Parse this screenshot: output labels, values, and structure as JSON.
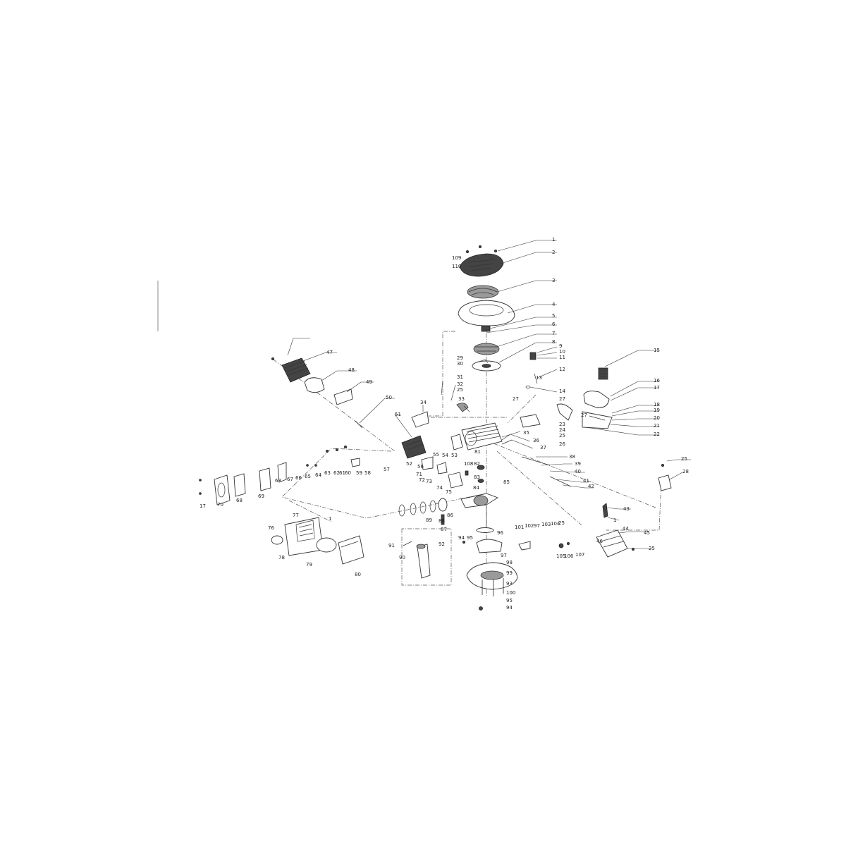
{
  "callouts": [
    {
      "id": "c1",
      "text": "1"
    },
    {
      "id": "c2",
      "text": "2"
    },
    {
      "id": "c3",
      "text": "3"
    },
    {
      "id": "c4",
      "text": "4"
    },
    {
      "id": "c5",
      "text": "5"
    },
    {
      "id": "c6",
      "text": "6"
    },
    {
      "id": "c7",
      "text": "7"
    },
    {
      "id": "c8",
      "text": "8"
    },
    {
      "id": "c9",
      "text": "9"
    },
    {
      "id": "c10",
      "text": "10"
    },
    {
      "id": "c11",
      "text": "11"
    },
    {
      "id": "c12",
      "text": "12"
    },
    {
      "id": "c13",
      "text": "13"
    },
    {
      "id": "c14",
      "text": "14"
    },
    {
      "id": "c15",
      "text": "15"
    },
    {
      "id": "c16",
      "text": "16"
    },
    {
      "id": "c17",
      "text": "17"
    },
    {
      "id": "c18",
      "text": "18"
    },
    {
      "id": "c19",
      "text": "19"
    },
    {
      "id": "c20",
      "text": "20"
    },
    {
      "id": "c21",
      "text": "21"
    },
    {
      "id": "c22",
      "text": "22"
    },
    {
      "id": "c23",
      "text": "23"
    },
    {
      "id": "c24",
      "text": "24"
    },
    {
      "id": "c25a",
      "text": "25"
    },
    {
      "id": "c26",
      "text": "26"
    },
    {
      "id": "c27a",
      "text": "27"
    },
    {
      "id": "c27b",
      "text": "27"
    },
    {
      "id": "c27c",
      "text": "27"
    },
    {
      "id": "c28",
      "text": "28"
    },
    {
      "id": "c29",
      "text": "29"
    },
    {
      "id": "c30",
      "text": "30"
    },
    {
      "id": "c31",
      "text": "31"
    },
    {
      "id": "c32",
      "text": "32"
    },
    {
      "id": "c25b",
      "text": "25"
    },
    {
      "id": "c33",
      "text": "33"
    },
    {
      "id": "c34",
      "text": "34"
    },
    {
      "id": "c35",
      "text": "35"
    },
    {
      "id": "c36",
      "text": "36"
    },
    {
      "id": "c37",
      "text": "37"
    },
    {
      "id": "c38",
      "text": "38"
    },
    {
      "id": "c39",
      "text": "39"
    },
    {
      "id": "c40",
      "text": "40"
    },
    {
      "id": "c41",
      "text": "41"
    },
    {
      "id": "c42",
      "text": "42"
    },
    {
      "id": "c43",
      "text": "43"
    },
    {
      "id": "c1b",
      "text": "1"
    },
    {
      "id": "c44",
      "text": "44"
    },
    {
      "id": "c45",
      "text": "45"
    },
    {
      "id": "c46",
      "text": "46"
    },
    {
      "id": "c25c",
      "text": "25"
    },
    {
      "id": "c25d",
      "text": "25"
    },
    {
      "id": "c47",
      "text": "47"
    },
    {
      "id": "c48",
      "text": "48"
    },
    {
      "id": "c49",
      "text": "49"
    },
    {
      "id": "c50",
      "text": "50"
    },
    {
      "id": "c51",
      "text": "51"
    },
    {
      "id": "c52",
      "text": "52"
    },
    {
      "id": "c53",
      "text": "53"
    },
    {
      "id": "c54",
      "text": "54"
    },
    {
      "id": "c55",
      "text": "55"
    },
    {
      "id": "c56",
      "text": "56"
    },
    {
      "id": "c57",
      "text": "57"
    },
    {
      "id": "c58",
      "text": "58"
    },
    {
      "id": "c59",
      "text": "59"
    },
    {
      "id": "c60",
      "text": "60"
    },
    {
      "id": "c61",
      "text": "61"
    },
    {
      "id": "c62",
      "text": "62"
    },
    {
      "id": "c63",
      "text": "63"
    },
    {
      "id": "c64",
      "text": "64"
    },
    {
      "id": "c65",
      "text": "65"
    },
    {
      "id": "c66",
      "text": "66"
    },
    {
      "id": "c67",
      "text": "67"
    },
    {
      "id": "c68a",
      "text": "68"
    },
    {
      "id": "c68b",
      "text": "68"
    },
    {
      "id": "c69",
      "text": "69"
    },
    {
      "id": "c70",
      "text": "70"
    },
    {
      "id": "c17b",
      "text": "17"
    },
    {
      "id": "c71",
      "text": "71"
    },
    {
      "id": "c72",
      "text": "72"
    },
    {
      "id": "c73",
      "text": "73"
    },
    {
      "id": "c74",
      "text": "74"
    },
    {
      "id": "c75",
      "text": "75"
    },
    {
      "id": "c76",
      "text": "76"
    },
    {
      "id": "c77",
      "text": "77"
    },
    {
      "id": "c78",
      "text": "78"
    },
    {
      "id": "c79",
      "text": "79"
    },
    {
      "id": "c80",
      "text": "80"
    },
    {
      "id": "c1c",
      "text": "1"
    },
    {
      "id": "c81",
      "text": "81"
    },
    {
      "id": "c82",
      "text": "82"
    },
    {
      "id": "c83",
      "text": "83"
    },
    {
      "id": "c84",
      "text": "84"
    },
    {
      "id": "c85",
      "text": "85"
    },
    {
      "id": "c86",
      "text": "86"
    },
    {
      "id": "c87",
      "text": "87"
    },
    {
      "id": "c88",
      "text": "88"
    },
    {
      "id": "c89",
      "text": "89"
    },
    {
      "id": "c90",
      "text": "90"
    },
    {
      "id": "c91",
      "text": "91"
    },
    {
      "id": "c92",
      "text": "92"
    },
    {
      "id": "c93",
      "text": "93"
    },
    {
      "id": "c94a",
      "text": "94"
    },
    {
      "id": "c94b",
      "text": "94"
    },
    {
      "id": "c95a",
      "text": "95"
    },
    {
      "id": "c95b",
      "text": "95"
    },
    {
      "id": "c96",
      "text": "96"
    },
    {
      "id": "c97",
      "text": "97"
    },
    {
      "id": "c97b",
      "text": "97"
    },
    {
      "id": "c98",
      "text": "98"
    },
    {
      "id": "c99",
      "text": "99"
    },
    {
      "id": "c100",
      "text": "100"
    },
    {
      "id": "c101",
      "text": "101"
    },
    {
      "id": "c102",
      "text": "102"
    },
    {
      "id": "c103",
      "text": "103"
    },
    {
      "id": "c104",
      "text": "104"
    },
    {
      "id": "c25e",
      "text": "25"
    },
    {
      "id": "c105",
      "text": "105"
    },
    {
      "id": "c106",
      "text": "106"
    },
    {
      "id": "c107",
      "text": "107"
    },
    {
      "id": "c108",
      "text": "108"
    },
    {
      "id": "c109",
      "text": "109"
    },
    {
      "id": "c110",
      "text": "110"
    }
  ]
}
